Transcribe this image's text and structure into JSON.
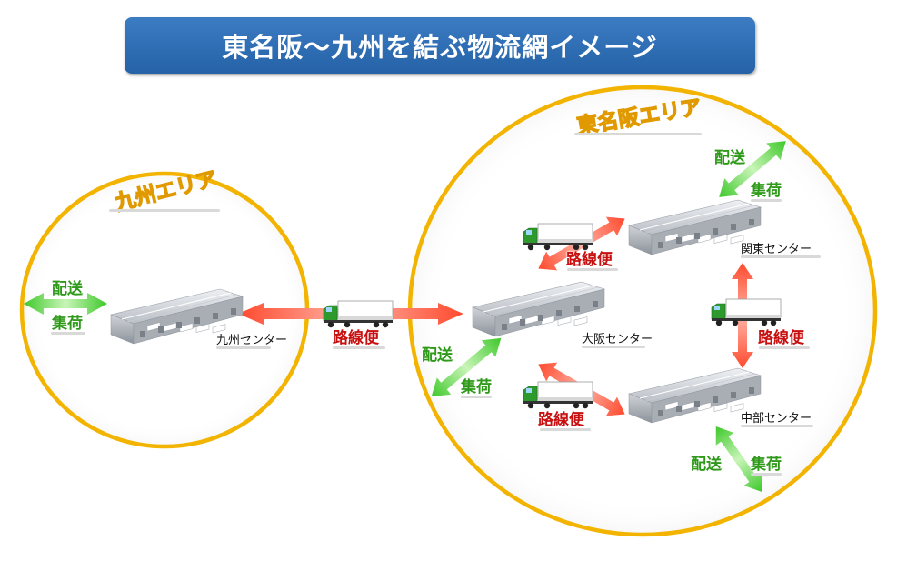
{
  "title": "東名阪～九州を結ぶ物流網イメージ",
  "areas": {
    "kyushu": {
      "label": "九州エリア"
    },
    "tomeihan": {
      "label": "東名阪エリア"
    }
  },
  "centers": {
    "kyushu": "九州センター",
    "osaka": "大阪センター",
    "kanto": "関東センター",
    "chubu": "中部センター"
  },
  "route_label": "路線便",
  "delivery_label": "配送",
  "pickup_label": "集荷",
  "colors": {
    "banner": "#2a69b0",
    "area_ring": "#f2b400",
    "route_arrow": "#f2503a",
    "local_arrow": "#5ec83c",
    "route_text": "#c81010",
    "local_text": "#2f9a1a"
  },
  "icons": [
    "warehouse-icon",
    "truck-icon",
    "double-arrow-icon"
  ]
}
